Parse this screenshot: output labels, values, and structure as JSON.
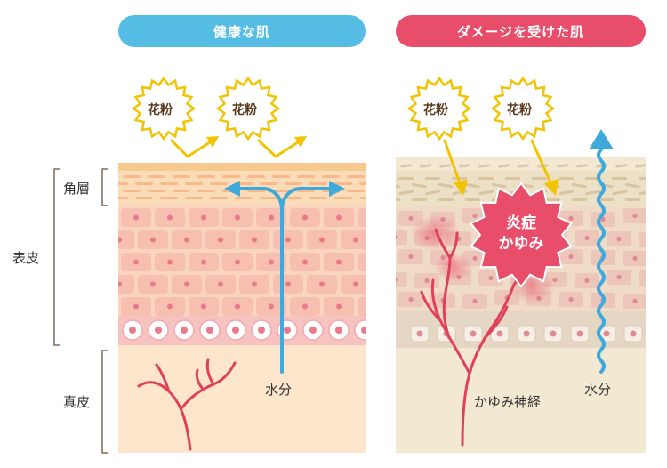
{
  "headers": {
    "healthy": "健康な肌",
    "damaged": "ダメージを受けた肌"
  },
  "side_labels": {
    "stratum_corneum": "角層",
    "epidermis": "表皮",
    "dermis": "真皮"
  },
  "healthy": {
    "pollen_1": "花粉",
    "pollen_2": "花粉",
    "water": "水分"
  },
  "damaged": {
    "pollen_1": "花粉",
    "pollen_2": "花粉",
    "inflammation_line1": "炎症",
    "inflammation_line2": "かゆみ",
    "itch_nerve": "かゆみ神経",
    "water": "水分"
  },
  "colors": {
    "healthy_header": "#55bde3",
    "damaged_header": "#e84d6a",
    "water_arrow": "#3fa9dc",
    "pollen_yellow": "#f2c300",
    "nerve_red": "#e0405a",
    "inflammation": "#e84d6a"
  }
}
